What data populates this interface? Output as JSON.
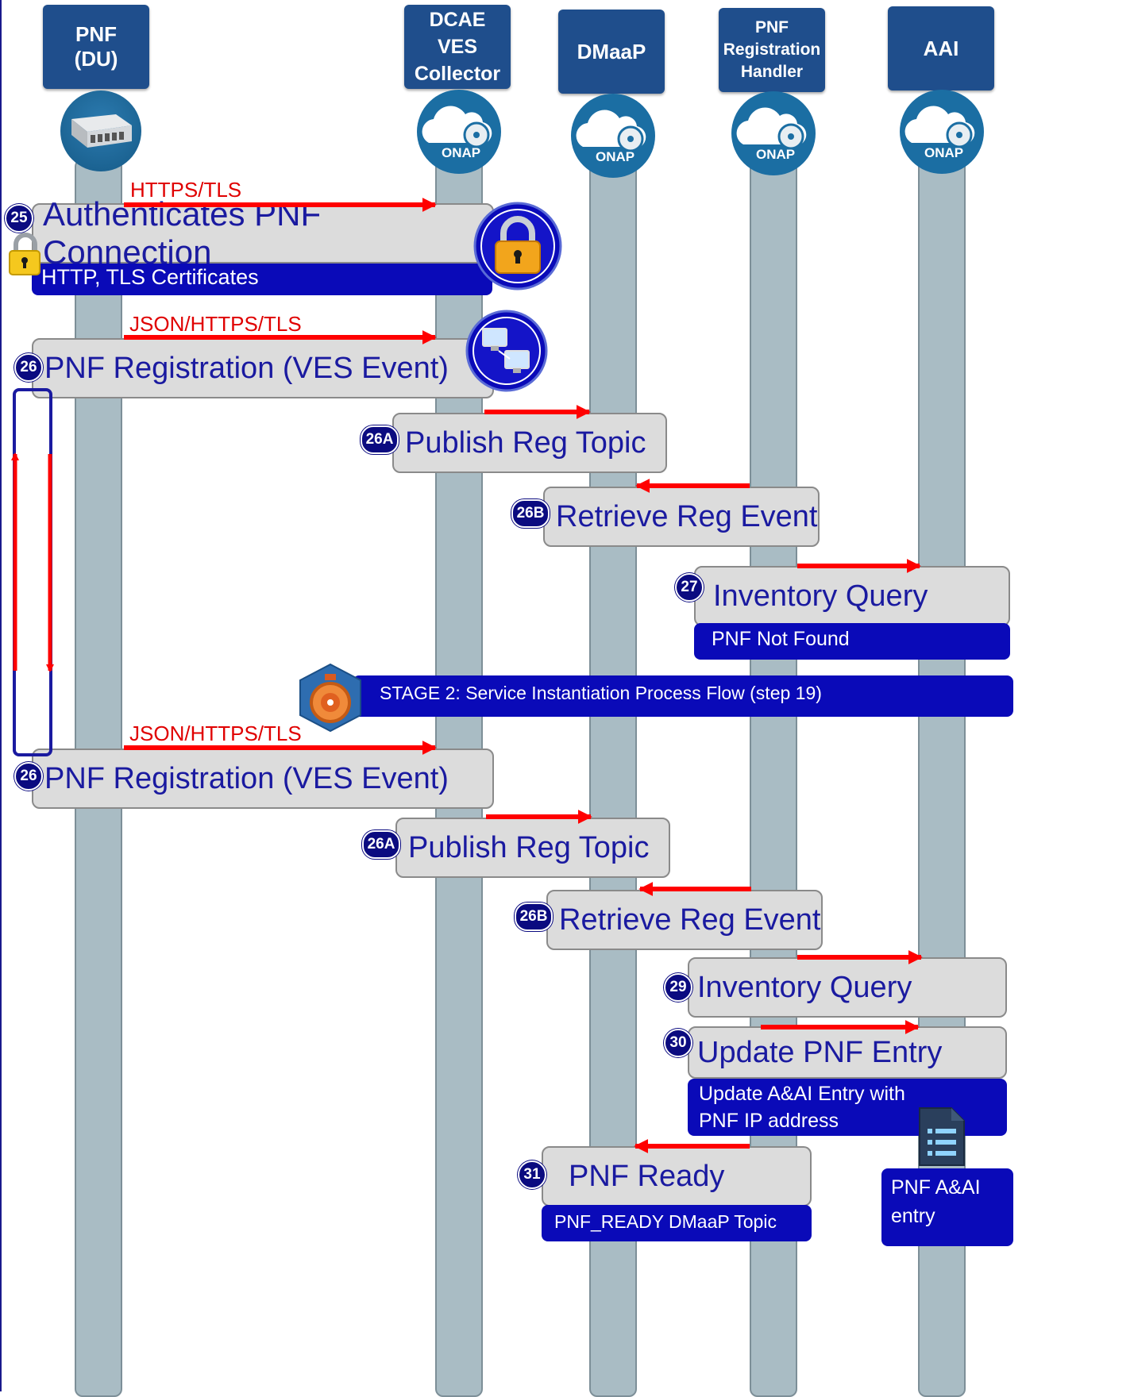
{
  "participants": [
    {
      "id": "pnf",
      "label": "PNF\n(DU)"
    },
    {
      "id": "dcae",
      "label": "DCAE\nVES\nCollector"
    },
    {
      "id": "dmaap",
      "label": "DMaaP"
    },
    {
      "id": "prh",
      "label": "PNF\nRegistration\nHandler"
    },
    {
      "id": "aai",
      "label": "AAI"
    }
  ],
  "onap_logo_text": "ONAP",
  "protocols": {
    "p1": "HTTPS/TLS",
    "p2": "JSON/HTTPS/TLS",
    "p3": "JSON/HTTPS/TLS"
  },
  "steps": [
    {
      "badge": "25",
      "title": "Authenticates PNF Connection",
      "note": "HTTP, TLS Certificates"
    },
    {
      "badge": "26",
      "title": "PNF Registration (VES Event)"
    },
    {
      "badge": "26A",
      "title": "Publish Reg Topic"
    },
    {
      "badge": "26B",
      "title": "Retrieve Reg Event"
    },
    {
      "badge": "27",
      "title": "Inventory Query",
      "note": "PNF Not Found"
    },
    {
      "badge": "26",
      "title": "PNF Registration (VES Event)"
    },
    {
      "badge": "26A",
      "title": "Publish Reg Topic"
    },
    {
      "badge": "26B",
      "title": "Retrieve Reg Event"
    },
    {
      "badge": "29",
      "title": "Inventory Query"
    },
    {
      "badge": "30",
      "title": "Update PNF Entry",
      "note": "Update A&AI Entry with\nPNF IP address"
    },
    {
      "badge": "31",
      "title": "PNF Ready",
      "note": "PNF_READY DMaaP Topic"
    }
  ],
  "stage_banner": "STAGE 2: Service Instantiation Process Flow (step 19)",
  "aai_entry": "PNF A&AI\nentry",
  "icons": {
    "lock": "padlock-icon",
    "network": "networked-computers-icon",
    "timer": "stopwatch-icon",
    "document": "document-list-icon",
    "server": "server-rack-icon",
    "cloud": "onap-cloud-icon"
  },
  "colors": {
    "header": "#1f4e8c",
    "arrow": "#ff0000",
    "note": "#0a0ab8",
    "box_text": "#1a1aa0",
    "lifeline": "#a9bcc4"
  }
}
